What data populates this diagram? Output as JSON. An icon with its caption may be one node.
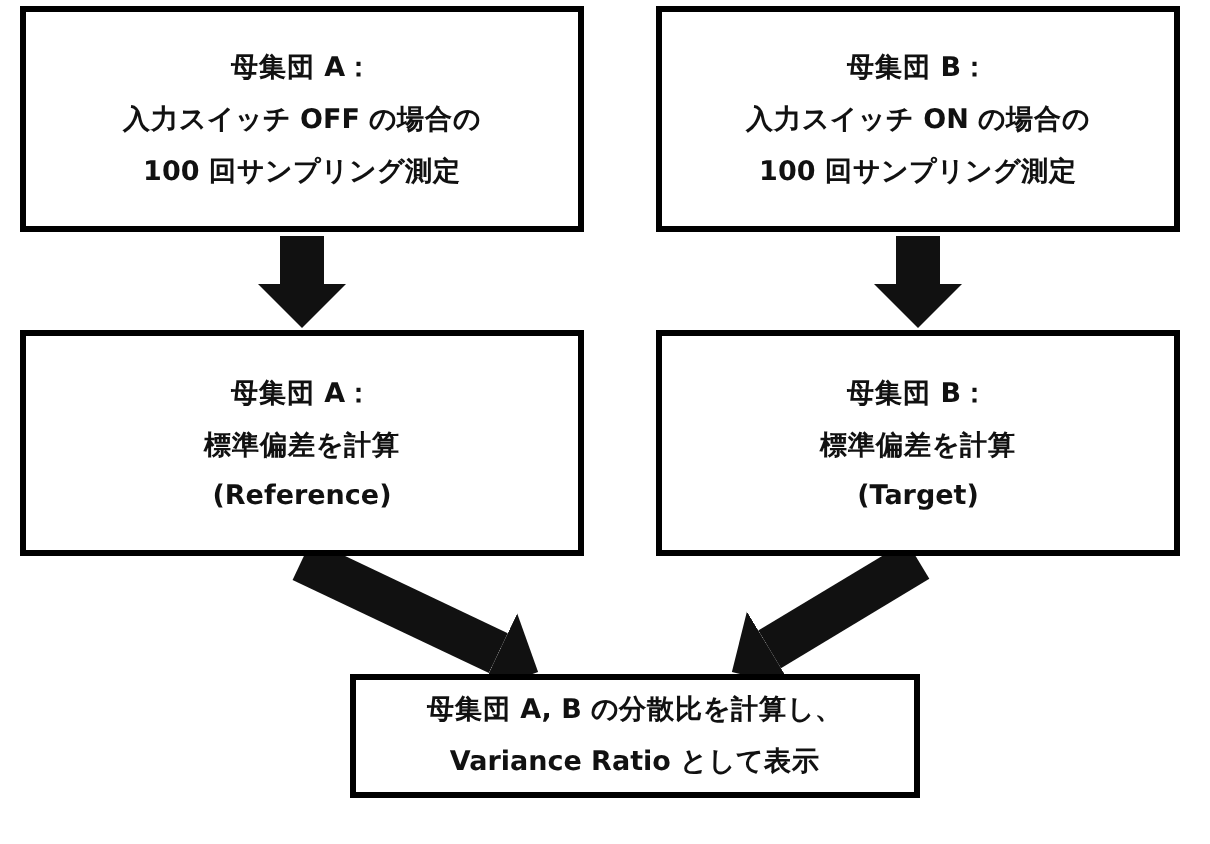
{
  "diagram": {
    "nodes": [
      {
        "text": [
          "母集団 A：",
          "入力スイッチ OFF の場合の",
          "100 回サンプリング測定"
        ]
      },
      {
        "text": [
          "母集団 B：",
          "入力スイッチ ON の場合の",
          "100 回サンプリング測定"
        ]
      },
      {
        "text": [
          "母集団 A：",
          "標準偏差を計算",
          "(Reference)"
        ]
      },
      {
        "text": [
          "母集団 B：",
          "標準偏差を計算",
          "(Target)"
        ]
      },
      {
        "text": [
          "母集団 A, B の分散比を計算し、",
          "Variance Ratio として表示"
        ]
      }
    ],
    "edges": [
      {
        "from": 0,
        "to": 2,
        "arrow": "to"
      },
      {
        "from": 1,
        "to": 3,
        "arrow": "to"
      },
      {
        "from": 2,
        "to": 4,
        "arrow": "to"
      },
      {
        "from": 3,
        "to": 4,
        "arrow": "to"
      }
    ]
  }
}
